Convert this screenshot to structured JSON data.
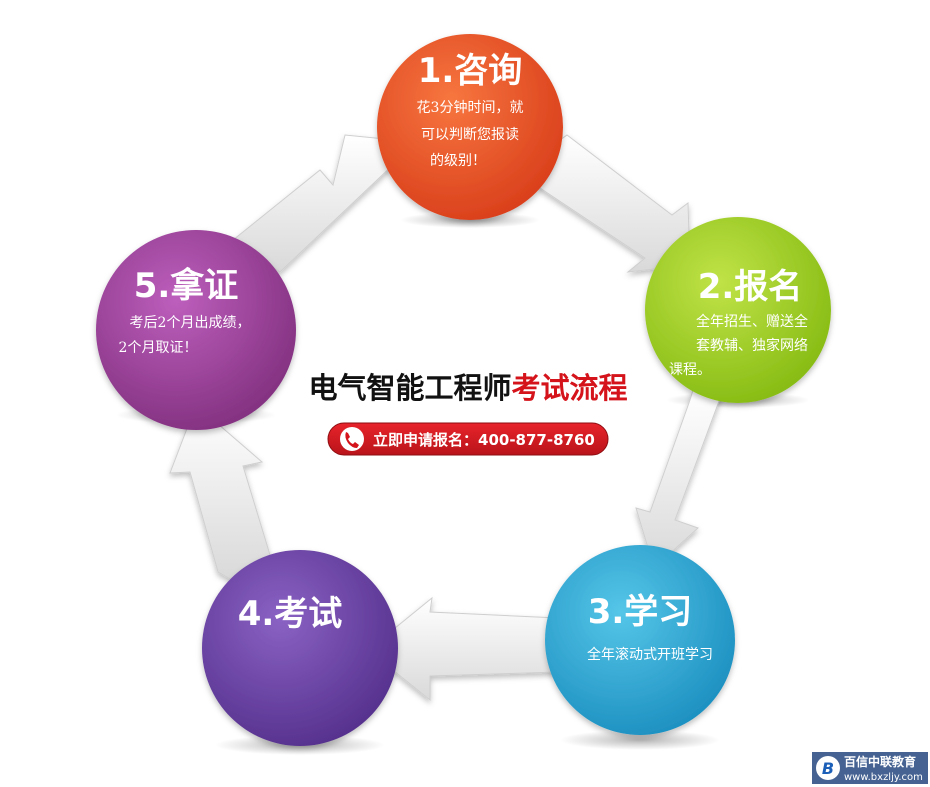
{
  "center": {
    "title_black": "电气智能工程师",
    "title_red": "考试流程",
    "hotline_label": "立即申请报名：",
    "hotline_number": "400-877-8760"
  },
  "steps": [
    {
      "title": "1.咨询",
      "lines": [
        "花3分钟时间，就",
        "可以判断您报读",
        "的级别！"
      ],
      "color": "#e8512a"
    },
    {
      "title": "2.报名",
      "lines": [
        "全年招生、赠送全",
        "套教辅、独家网络",
        "课程。"
      ],
      "color": "#9ccd23"
    },
    {
      "title": "3.学习",
      "lines": [
        "全年滚动式开班学习"
      ],
      "color": "#2aa8d2"
    },
    {
      "title": "4.考试",
      "lines": [],
      "color": "#6a3fa0"
    },
    {
      "title": "5.拿证",
      "lines": [
        "考后2个月出成绩，",
        "2个月取证！"
      ],
      "color": "#9a3d9a"
    }
  ],
  "watermark": {
    "name": "百信中联教育",
    "url": "www.bxzljy.com",
    "logo_letter": "B"
  }
}
